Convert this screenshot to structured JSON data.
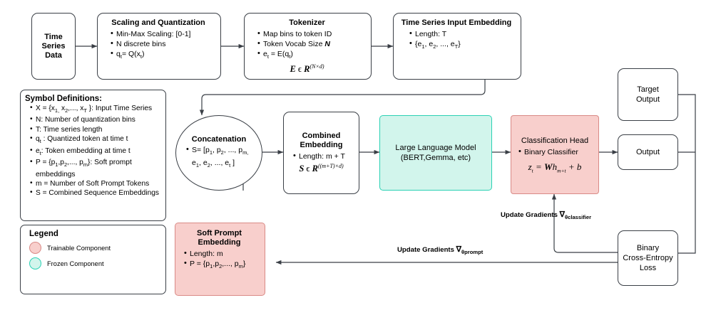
{
  "diagram": {
    "title": "Time series LLM soft prompt classification pipeline",
    "colors": {
      "trainable": "#f8cfcc",
      "trainable_border": "#d98a86",
      "frozen": "#d2f5ec",
      "frozen_border": "#2bd1b4",
      "stroke": "#3a3f46",
      "background": "#ffffff"
    }
  },
  "nodes": {
    "time_series_data": {
      "title": "Time\nSeries\nData"
    },
    "scaling": {
      "title": "Scaling and Quantization",
      "bullets": [
        "Min-Max Scaling: [0-1]",
        "N discrete bins",
        "qₜ= Q(xₜ)"
      ]
    },
    "tokenizer": {
      "title": "Tokenizer",
      "bullets": [
        "Map bins to token ID",
        "Token Vocab Size N",
        "eₜ = E(qₜ)"
      ],
      "formula": "E ϵ R^(N×d)"
    },
    "ts_input_embedding": {
      "title": "Time Series Input Embedding",
      "bullets": [
        "Length: T",
        "{e₁, e₂, ..., eₜ}"
      ]
    },
    "concatenation": {
      "title": "Concatenation",
      "bullets": [
        "S= [p₁, p₂, ..., pₘ, e₁, e₂, ..., eₜ ]"
      ]
    },
    "combined_embedding": {
      "title": "Combined Embedding",
      "bullets": [
        "Length: m + T"
      ],
      "formula": "S ϵ R^((m+T)×d)"
    },
    "llm": {
      "title": "Large Language Model (BERT,Gemma, etc)"
    },
    "classification_head": {
      "title": "Classification Head",
      "bullets": [
        "Binary Classifier"
      ],
      "formula": "zₜ = W hₘ₊ₜ + b"
    },
    "soft_prompt": {
      "title": "Soft Prompt Embedding",
      "bullets": [
        "Length: m",
        "P = {p₁,p₂,..., pₘ}"
      ]
    },
    "target_output": {
      "title": "Target\nOutput"
    },
    "output": {
      "title": "Output"
    },
    "bce_loss": {
      "title": "Binary\nCross-Entropy\nLoss"
    }
  },
  "symbol_definitions": {
    "title": "Symbol Definitions:",
    "items": [
      "X = {x₁, x₂,..., xₜ }: Input Time Series",
      "N: Number of quantization bins",
      "T: Time series length",
      "qₜ : Quantized token at time t",
      "eₜ: Token embedding at time t",
      "P = {p₁,p₂,..., pₘ}: Soft prompt embeddings",
      "m = Number of Soft Prompt Tokens",
      "S = Combined Sequence Embeddings"
    ]
  },
  "legend": {
    "title": "Legend",
    "items": [
      {
        "label": "Trainable Component",
        "color": "#f8cfcc"
      },
      {
        "label": "Frozen Component",
        "color": "#d2f5ec"
      }
    ]
  },
  "edge_labels": {
    "classifier_gradient": "Update Gradients ∇θclassifier",
    "prompt_gradient": "Update Gradients ∇θprompt"
  }
}
